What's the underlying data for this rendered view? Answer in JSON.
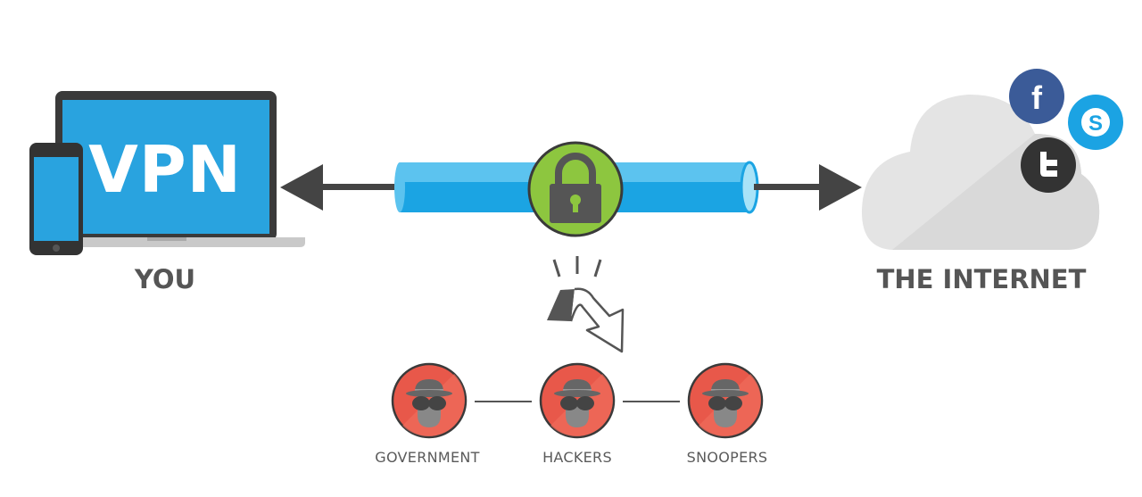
{
  "devices": {
    "screen_text": "VPN",
    "label": "YOU"
  },
  "internet": {
    "label": "THE INTERNET",
    "services": [
      "facebook-icon",
      "skype-icon",
      "twitter-icon"
    ]
  },
  "threats": [
    {
      "label": "GOVERNMENT"
    },
    {
      "label": "HACKERS"
    },
    {
      "label": "SNOOPERS"
    }
  ],
  "colors": {
    "tunnel": "#1ba4e3",
    "lock": "#8dc63f",
    "threat": "#e8584a",
    "arrow": "#444444",
    "cloud": "#e3e3e3",
    "facebook": "#3b5b98",
    "skype": "#1ba3e3",
    "twitter": "#333333"
  }
}
